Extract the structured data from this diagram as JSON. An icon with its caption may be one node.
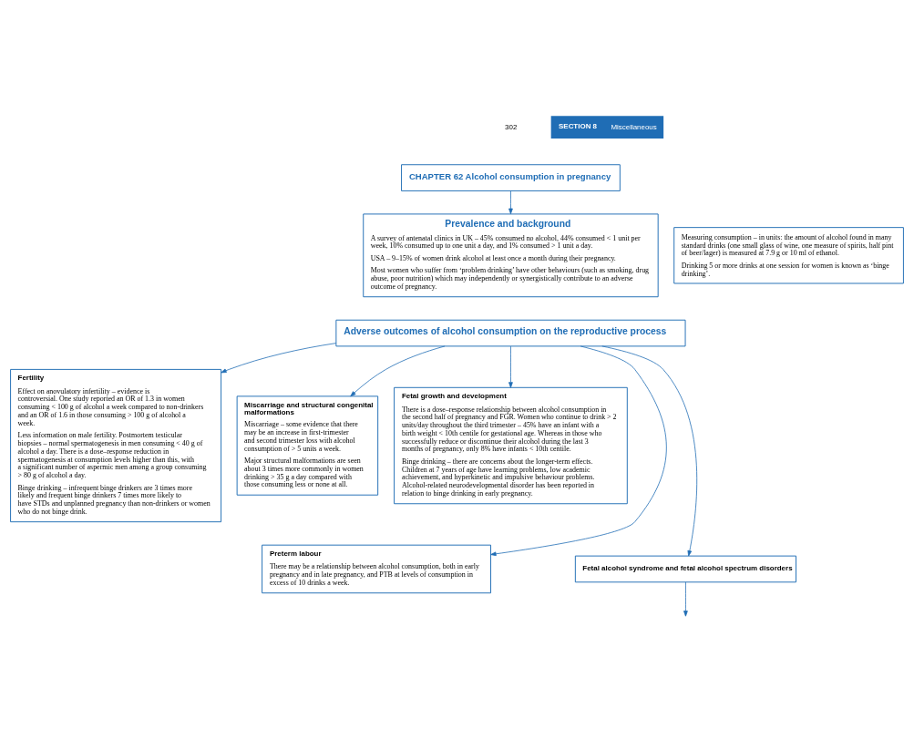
{
  "diagram": {
    "nodes": [
      {
        "text": [
          "CHAPTER 62 Alcohol consumption in pregnancy"
        ]
      },
      {
        "text": [
          "Prevalence and background",
          "A survey of antenatal clinics in UK – 45% consumed no alcohol, 44% consumed < 1 unit per week, 10% consumed up to one unit a day, and 1% consumed > 1 unit a day.",
          "USA – 9–15% of women drink alcohol at least once a month during their pregnancy.",
          "Most women who suffer from ‘problem drinking’ have other behaviours (such as smoking, drug abuse, poor nutrition) which may independently or synergistically contribute to an adverse outcome of pregnancy."
        ]
      },
      {
        "text": [
          "Measuring consumption – in units: the amount of alcohol found in many standard drinks (one small glass of wine, one measure of spirits, half pint of beer/lager) is measured at 7.9 g or 10 ml of ethanol.",
          "Drinking 5 or more drinks at one session for women is known as ‘binge drinking’."
        ]
      },
      {
        "text": [
          "Adverse outcomes of alcohol consumption on the reproductive process"
        ]
      },
      {
        "text": [
          "Fertility",
          "Effect on anovulatory infertility – evidence is controversial. One study reported an OR of 1.3 in women consuming < 100 g of alcohol a week compared to non-drinkers and an OR of 1.6 in those consuming > 100 g of alcohol a week.",
          "Less information on male fertility. Postmortem testicular biopsies – normal spermatogenesis in men consuming < 40 g of alcohol a day. There is a dose–response reduction in spermatogenesis at consumption levels higher than this, with a significant number of aspermic men among a group consuming > 80 g of alcohol a day.",
          "Binge drinking – infrequent binge drinkers are 3 times more likely and frequent binge drinkers 7 times more likely to have STDs and unplanned pregnancy than non-drinkers or women who do not binge drink."
        ]
      },
      {
        "text": [
          "Miscarriage and structural congenital malformations",
          "Miscarriage – some evidence that there may be an increase in first-trimester and second trimester loss with alcohol consumption of > 5 units a week.",
          "Major structural malformations are seen about 3 times more commonly in women drinking > 35 g a day compared with those consuming less or none at all."
        ]
      },
      {
        "text": [
          "Fetal growth and development",
          "There is a dose–response relationship between alcohol consumption in the second half of pregnancy and FGR. Women who continue to drink > 2 units/day throughout the third trimester – 45% have an infant with a birth weight < 10th centile for gestational age. Whereas in those who successfully reduce or discontinue their alcohol during the last 3 months of pregnancy, only 8% have infants < 10th centile.",
          "Binge drinking – there are concerns about the longer-term effects. Children at 7 years of age have learning problems, low academic achievement, and hyperkinetic and impulsive behaviour problems. Alcohol-related neurodevelopmental disorder has been reported in relation to binge drinking in early pregnancy."
        ]
      },
      {
        "text": [
          "Preterm labour",
          "There may be a relationship between alcohol consumption, both in early pregnancy and in late pregnancy, and PTB at levels of consumption in excess of 10 drinks a week."
        ]
      },
      {
        "text": [
          "Fetal alcohol syndrome and fetal alcohol spectrum disorders"
        ]
      }
    ],
    "edges": [
      {
        "from": 0,
        "to": 1,
        "arrow": "to"
      },
      {
        "from": 3,
        "to": 4,
        "arrow": "to"
      },
      {
        "from": 3,
        "to": 5,
        "arrow": "to"
      },
      {
        "from": 3,
        "to": 6,
        "arrow": "to"
      },
      {
        "from": 3,
        "to": 7,
        "arrow": "to"
      },
      {
        "from": 3,
        "to": 8,
        "arrow": "to"
      },
      {
        "from": 8,
        "to": null,
        "arrow": "to"
      }
    ],
    "labels": [
      "302",
      "SECTION 8",
      "Miscellaneous"
    ]
  }
}
